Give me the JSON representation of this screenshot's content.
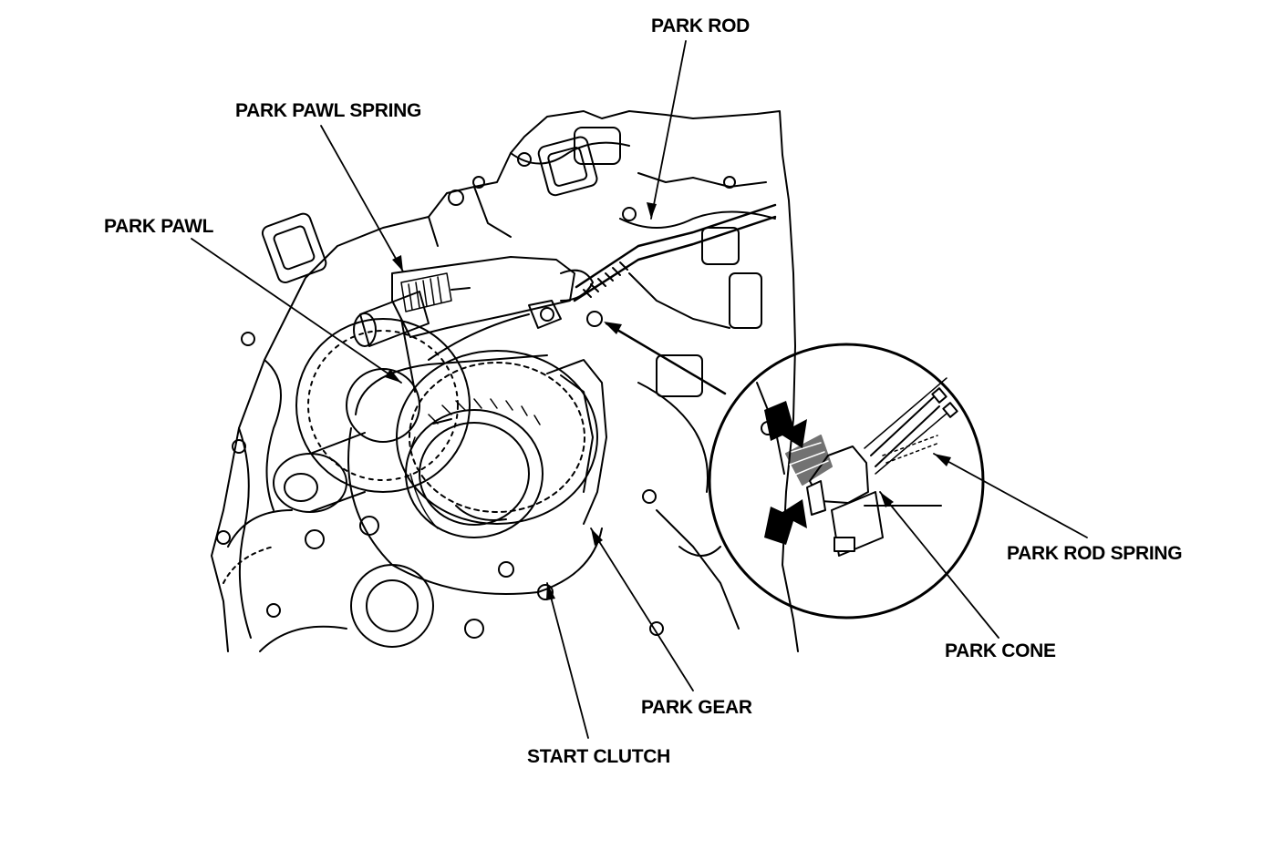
{
  "labels": {
    "park_rod": "PARK ROD",
    "park_pawl_spring": "PARK PAWL SPRING",
    "park_pawl": "PARK PAWL",
    "park_rod_spring": "PARK ROD SPRING",
    "park_cone": "PARK CONE",
    "park_gear": "PARK GEAR",
    "start_clutch": "START CLUTCH"
  },
  "colors": {
    "ink": "#000000",
    "paper": "#ffffff"
  }
}
